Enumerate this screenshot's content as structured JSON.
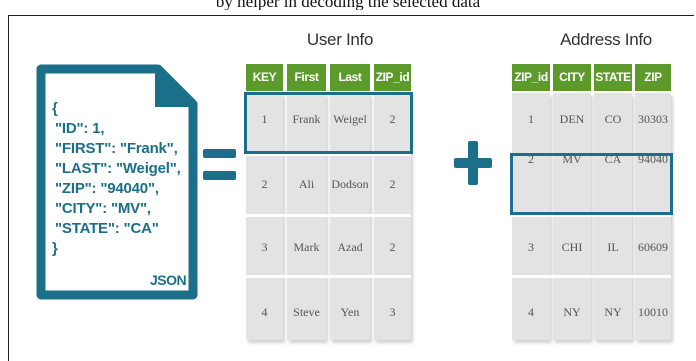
{
  "caption": "by helper in decoding the selected data",
  "json_doc": {
    "lines": [
      "{",
      "\"ID\": 1,",
      "\"FIRST\": \"Frank\",",
      "\"LAST\": \"Weigel\",",
      "\"ZIP\": \"94040\",",
      "\"CITY\": \"MV\",",
      "\"STATE\": \"CA\"",
      "}"
    ],
    "label": "JSON"
  },
  "user_info": {
    "title": "User Info",
    "headers": [
      "KEY",
      "First",
      "Last",
      "ZIP_id"
    ],
    "rows": [
      [
        "1",
        "Frank",
        "Weigel",
        "2"
      ],
      [
        "2",
        "Ali",
        "Dodson",
        "2"
      ],
      [
        "3",
        "Mark",
        "Azad",
        "2"
      ],
      [
        "4",
        "Steve",
        "Yen",
        "3"
      ]
    ],
    "highlighted_row": 0
  },
  "address_info": {
    "title": "Address Info",
    "headers": [
      "ZIP_id",
      "CITY",
      "STATE",
      "ZIP"
    ],
    "rows": [
      [
        "1",
        "DEN",
        "CO",
        "30303"
      ],
      [
        "2",
        "MV",
        "CA",
        "94040"
      ],
      [
        "3",
        "CHI",
        "IL",
        "60609"
      ],
      [
        "4",
        "NY",
        "NY",
        "10010"
      ]
    ],
    "highlighted_row": 1
  },
  "colors": {
    "accent": "#1c6f8a",
    "header_green": "#5c9b2b",
    "cell_gray": "#e3e3e3"
  }
}
